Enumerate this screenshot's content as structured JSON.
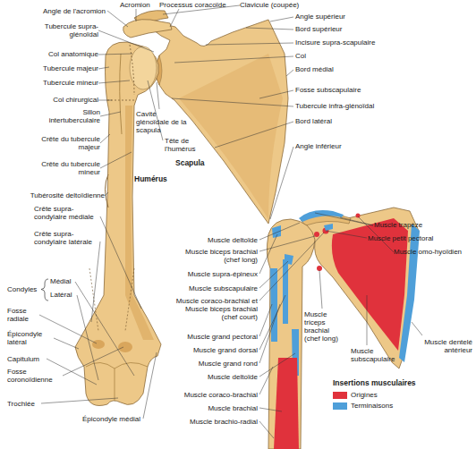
{
  "diagram": {
    "labels": [
      "Angle de l'acromion",
      "Acromion",
      "Processus coracoïde",
      "Clavicule (coupée)",
      "Tubercule supra-glénoïdal",
      "Angle supérieur",
      "Col anatomique",
      "Bord supérieur",
      "Tubercule majeur",
      "Incisure supra-scapulaire",
      "Tubercule mineur",
      "Col",
      "Col chirurgical",
      "Bord médial",
      "Sillon intertuberculaire",
      "Fosse subscapulaire",
      "Tubercule infra-glénoïdal",
      "Crête du tubercule majeur",
      "Cavité glénoïdale de la scapula",
      "Tête de l'humérus",
      "Bord latéral",
      "Crête du tubercule mineur",
      "Scapula",
      "Angle inférieur",
      "Humérus",
      "Tubérosité deltoïdienne",
      "Crête supra-condylaire médiale",
      "Crête supra-condylaire latérale",
      "Condyles",
      "Médial",
      "Latéral",
      "Fosse radiale",
      "Épicondyle latéral",
      "Capitulum",
      "Fosse coronoïdienne",
      "Trochlée",
      "Épicondyle médial",
      "Muscle trapèze",
      "Muscle petit pectoral",
      "Muscle omo-hyoïdien",
      "Muscle deltoïde",
      "Muscle biceps brachial (chef long)",
      "Muscle supra-épineux",
      "Muscle subscapulaire",
      "Muscle coraco-brachial et Muscle biceps brachial (chef court)",
      "Muscle grand pectoral",
      "Muscle grand dorsal",
      "Muscle grand rond",
      "Muscle deltoïde",
      "Muscle coraco-brachial",
      "Muscle brachial",
      "Muscle brachio-radial",
      "Muscle triceps brachial (chef long)",
      "Muscle subscapulaire",
      "Muscle dentelé antérieur",
      "Insertions musculaires"
    ],
    "legend": [
      {
        "text": "Origines",
        "color": "#e0323c"
      },
      {
        "text": "Terminaisons",
        "color": "#4f9fd9"
      }
    ]
  }
}
